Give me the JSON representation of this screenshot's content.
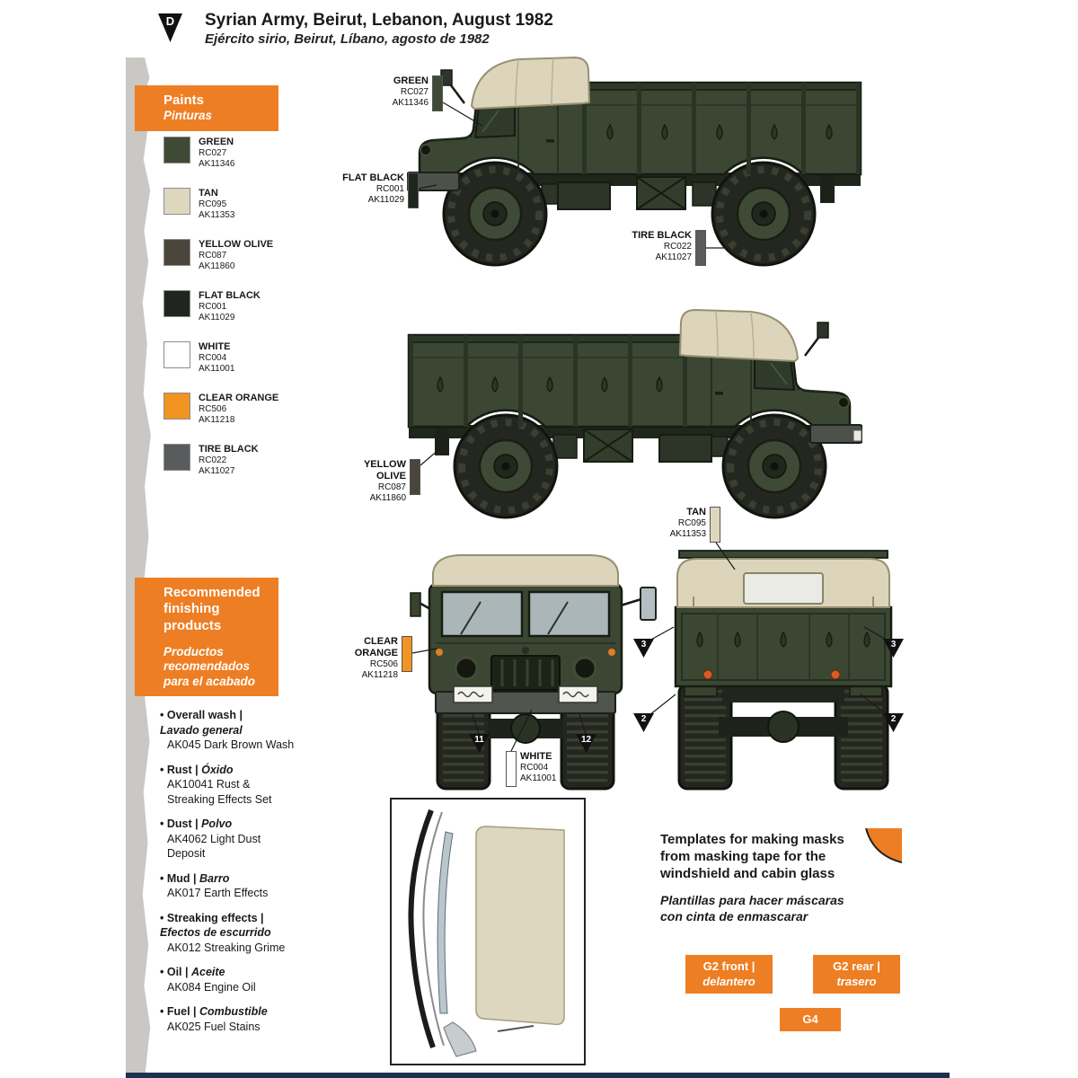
{
  "header": {
    "marker": "D",
    "title": "Syrian Army, Beirut, Lebanon, August 1982",
    "subtitle": "Ejército sirio, Beirut, Líbano, agosto de 1982"
  },
  "colors": {
    "accent_orange": "#ee7e23",
    "body_green": "#3b4733",
    "canvas_tan": "#dcd5bc",
    "footer_navy": "#1b3250"
  },
  "paints_panel": {
    "title_en": "Paints",
    "title_es": "Pinturas",
    "items": [
      {
        "name": "GREEN",
        "rc": "RC027",
        "ak": "AK11346",
        "color": "#3e4a35"
      },
      {
        "name": "TAN",
        "rc": "RC095",
        "ak": "AK11353",
        "color": "#ded7bf"
      },
      {
        "name": "YELLOW OLIVE",
        "rc": "RC087",
        "ak": "AK11860",
        "color": "#4b463b"
      },
      {
        "name": "FLAT BLACK",
        "rc": "RC001",
        "ak": "AK11029",
        "color": "#1f2620"
      },
      {
        "name": "WHITE",
        "rc": "RC004",
        "ak": "AK11001",
        "color": "#ffffff"
      },
      {
        "name": "CLEAR ORANGE",
        "rc": "RC506",
        "ak": "AK11218",
        "color": "#f19421"
      },
      {
        "name": "TIRE BLACK",
        "rc": "RC022",
        "ak": "AK11027",
        "color": "#595b5d"
      }
    ]
  },
  "finishing_panel": {
    "title_en": "Recommended finishing products",
    "title_es": "Productos recomendados para el acabado",
    "items": [
      {
        "en": "• Overall wash |",
        "es": "Lavado general",
        "product": "AK045 Dark Brown Wash"
      },
      {
        "en": "• Rust |",
        "es": "Óxido",
        "product": "AK10041 Rust & Streaking Effects Set"
      },
      {
        "en": "• Dust |",
        "es": "Polvo",
        "product": "AK4062 Light Dust Deposit"
      },
      {
        "en": "• Mud |",
        "es": "Barro",
        "product": "AK017 Earth Effects"
      },
      {
        "en": "• Streaking effects |",
        "es": "Efectos de escurrido",
        "product": "AK012 Streaking Grime"
      },
      {
        "en": "• Oil |",
        "es": "Aceite",
        "product": "AK084 Engine Oil"
      },
      {
        "en": "• Fuel |",
        "es": "Combustible",
        "product": "AK025 Fuel Stains"
      }
    ]
  },
  "callouts": {
    "green": {
      "name": "GREEN",
      "rc": "RC027",
      "ak": "AK11346",
      "color": "#3e4a35"
    },
    "flat_black": {
      "name": "FLAT BLACK",
      "rc": "RC001",
      "ak": "AK11029",
      "color": "#1f2620"
    },
    "tire_black": {
      "name": "TIRE BLACK",
      "rc": "RC022",
      "ak": "AK11027",
      "color": "#595b5d"
    },
    "yellow_olive": {
      "name": "YELLOW OLIVE",
      "rc": "RC087",
      "ak": "AK11860",
      "color": "#4b463b"
    },
    "tan": {
      "name": "TAN",
      "rc": "RC095",
      "ak": "AK11353",
      "color": "#ded7bf"
    },
    "clear_orange": {
      "name": "CLEAR ORANGE",
      "rc": "RC506",
      "ak": "AK11218",
      "color": "#f19421"
    },
    "white": {
      "name": "WHITE",
      "rc": "RC004",
      "ak": "AK11001",
      "color": "#ffffff"
    }
  },
  "markers": {
    "front_left": "11",
    "front_right": "12",
    "rear_top_left": "3",
    "rear_top_right": "3",
    "rear_bottom_left": "2",
    "rear_bottom_right": "2"
  },
  "templates_box": {
    "title_en": "Templates for making masks from masking tape for the windshield and cabin glass",
    "title_es": "Plantillas para hacer máscaras con cinta de enmascarar",
    "buttons": [
      {
        "line1": "G2 front |",
        "line2": "delantero"
      },
      {
        "line1": "G2 rear |",
        "line2": "trasero"
      },
      {
        "line1": "G4",
        "line2": ""
      }
    ]
  }
}
